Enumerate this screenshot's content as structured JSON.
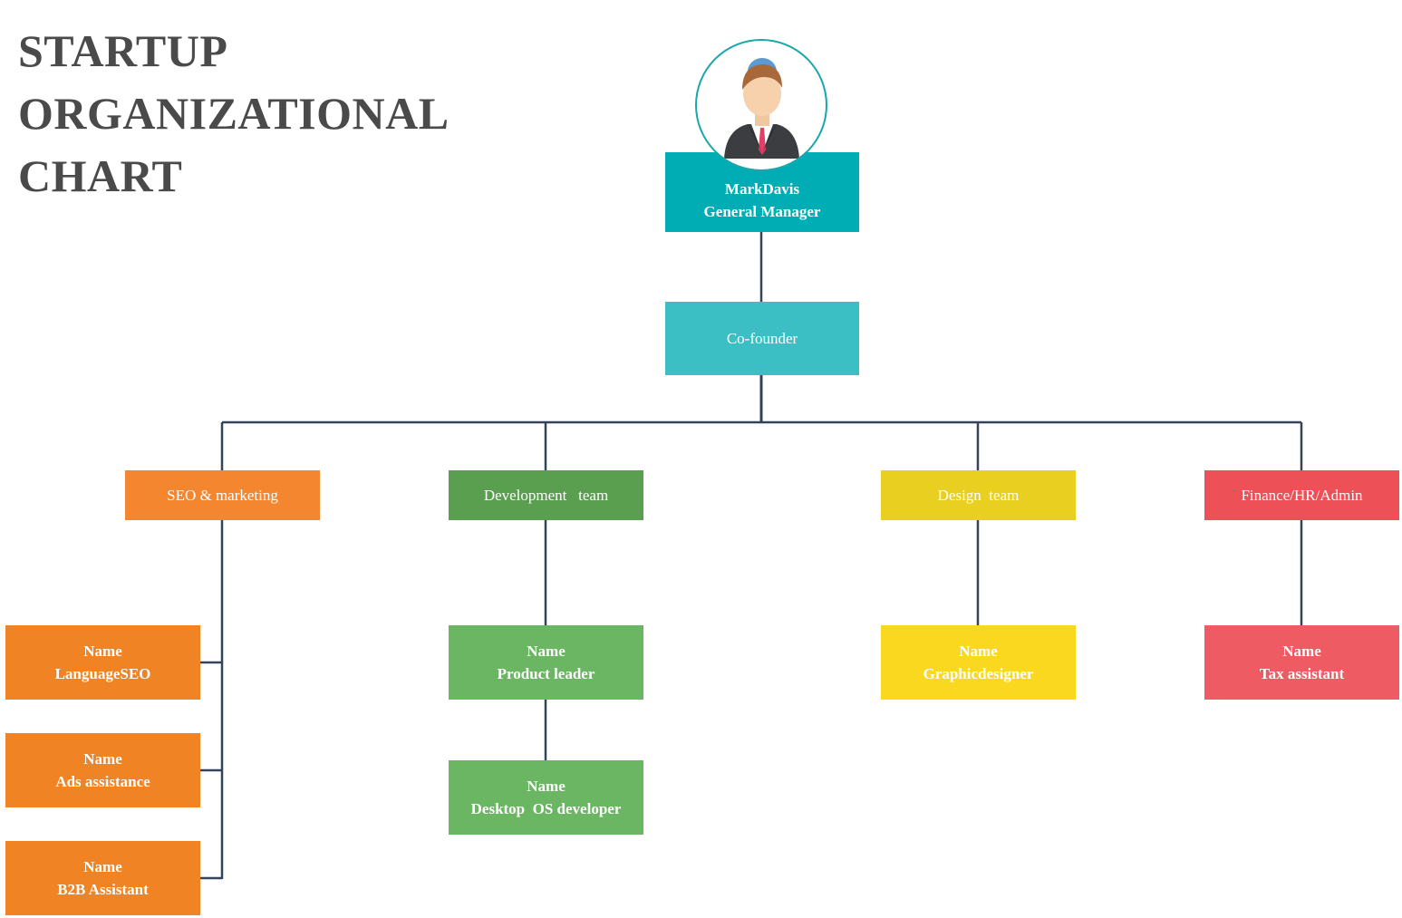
{
  "title": {
    "line1": "STARTUP",
    "line2": "ORGANIZATIONAL",
    "line3": "CHART"
  },
  "nodes": {
    "gm": {
      "line1": "MarkDavis",
      "line2": "General Manager",
      "color": "#00adb5"
    },
    "cofounder": {
      "label": "Co-founder",
      "color": "#3bbfc4"
    },
    "seo": {
      "label": "SEO & marketing",
      "color": "#f58630"
    },
    "dev": {
      "label": "Development   team",
      "color": "#5a9e4f"
    },
    "design": {
      "label": "Design  team",
      "color": "#e9cf20"
    },
    "finance": {
      "label": "Finance/HR/Admin",
      "color": "#ee5058"
    },
    "seo_lang": {
      "line1": "Name",
      "line2": "LanguageSEO",
      "color": "#f08324"
    },
    "seo_ads": {
      "line1": "Name",
      "line2": "Ads assistance",
      "color": "#f08324"
    },
    "seo_b2b": {
      "line1": "Name",
      "line2": "B2B Assistant",
      "color": "#f08324"
    },
    "dev_product": {
      "line1": "Name",
      "line2": "Product leader",
      "color": "#6bb663"
    },
    "dev_desktop": {
      "line1": "Name",
      "line2": "Desktop  OS developer",
      "color": "#6bb663"
    },
    "design_graphic": {
      "line1": "Name",
      "line2": "Graphicdesigner",
      "color": "#fbd820"
    },
    "finance_tax": {
      "line1": "Name",
      "line2": "Tax assistant",
      "color": "#ef5b63"
    }
  },
  "line_color": "#33435a",
  "avatar_icon": "businessman-avatar-icon"
}
